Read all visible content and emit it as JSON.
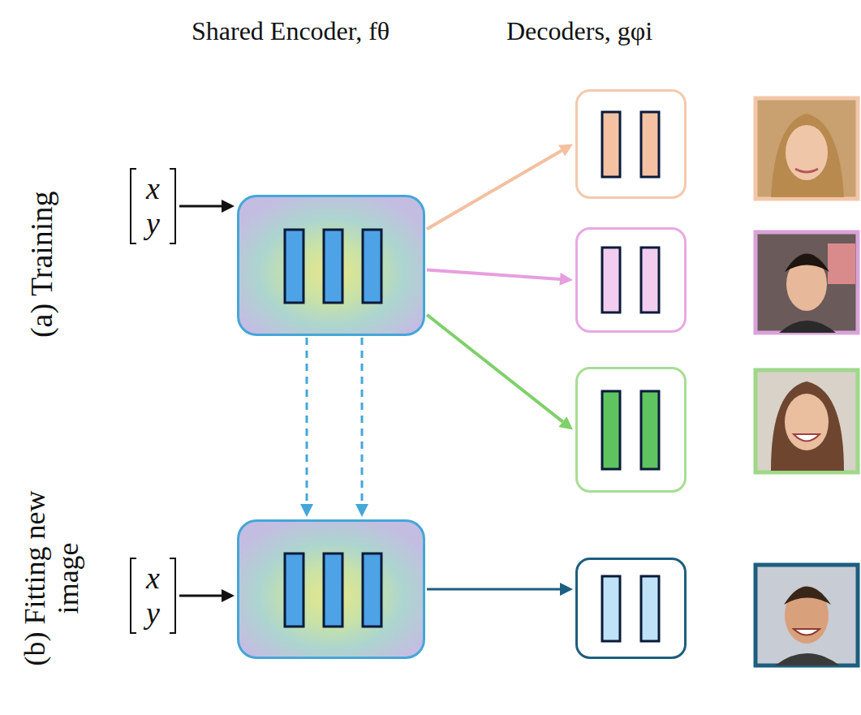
{
  "diagram": {
    "nodes": [
      {
        "text": [
          "x y"
        ]
      },
      {
        "text": []
      },
      {
        "text": []
      },
      {
        "text": []
      },
      {
        "text": []
      },
      {
        "text": [
          "x y"
        ]
      },
      {
        "text": []
      },
      {
        "text": []
      }
    ],
    "edges": [
      {
        "from": 0,
        "to": 1,
        "arrow": "to"
      },
      {
        "from": 1,
        "to": 2,
        "arrow": "to"
      },
      {
        "from": 1,
        "to": 3,
        "arrow": "to"
      },
      {
        "from": 1,
        "to": 4,
        "arrow": "to"
      },
      {
        "from": 1,
        "to": 6,
        "arrow": "to"
      },
      {
        "from": 1,
        "to": 6,
        "arrow": "to"
      },
      {
        "from": 5,
        "to": 6,
        "arrow": "to"
      },
      {
        "from": 6,
        "to": 7,
        "arrow": "to"
      }
    ],
    "labels": [
      "Shared Encoder, fθ",
      "Decoders, gφi",
      "(a) Training",
      "(b) Fitting new image"
    ]
  }
}
